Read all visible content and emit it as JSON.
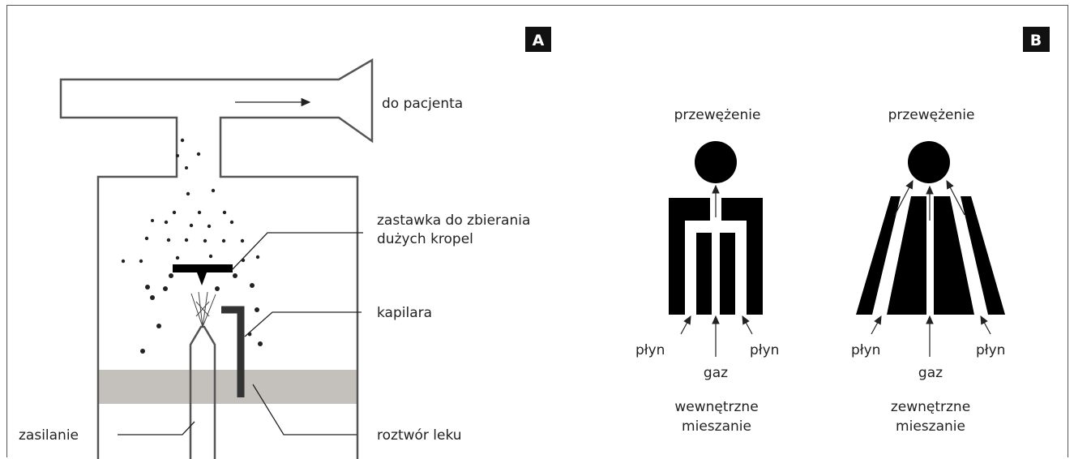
{
  "panelA": {
    "badge": "A",
    "labels": {
      "to_patient": "do pacjenta",
      "baffle_line1": "zastawka do zbierania",
      "baffle_line2": "dużych kropel",
      "capillary": "kapilara",
      "supply": "zasilanie",
      "drug_solution": "roztwór leku"
    }
  },
  "panelB": {
    "badge": "B",
    "internal": {
      "constriction": "przewężenie",
      "fluid_left": "płyn",
      "fluid_right": "płyn",
      "gas": "gaz",
      "caption_line1": "wewnętrzne",
      "caption_line2": "mieszanie"
    },
    "external": {
      "constriction": "przewężenie",
      "fluid_left": "płyn",
      "fluid_right": "płyn",
      "gas": "gaz",
      "caption_line1": "zewnętrzne",
      "caption_line2": "mieszanie"
    }
  },
  "colors": {
    "badge_bg": "#111111",
    "liquid": "#c4c1bc",
    "shape": "#000000",
    "outline": "#555555"
  }
}
